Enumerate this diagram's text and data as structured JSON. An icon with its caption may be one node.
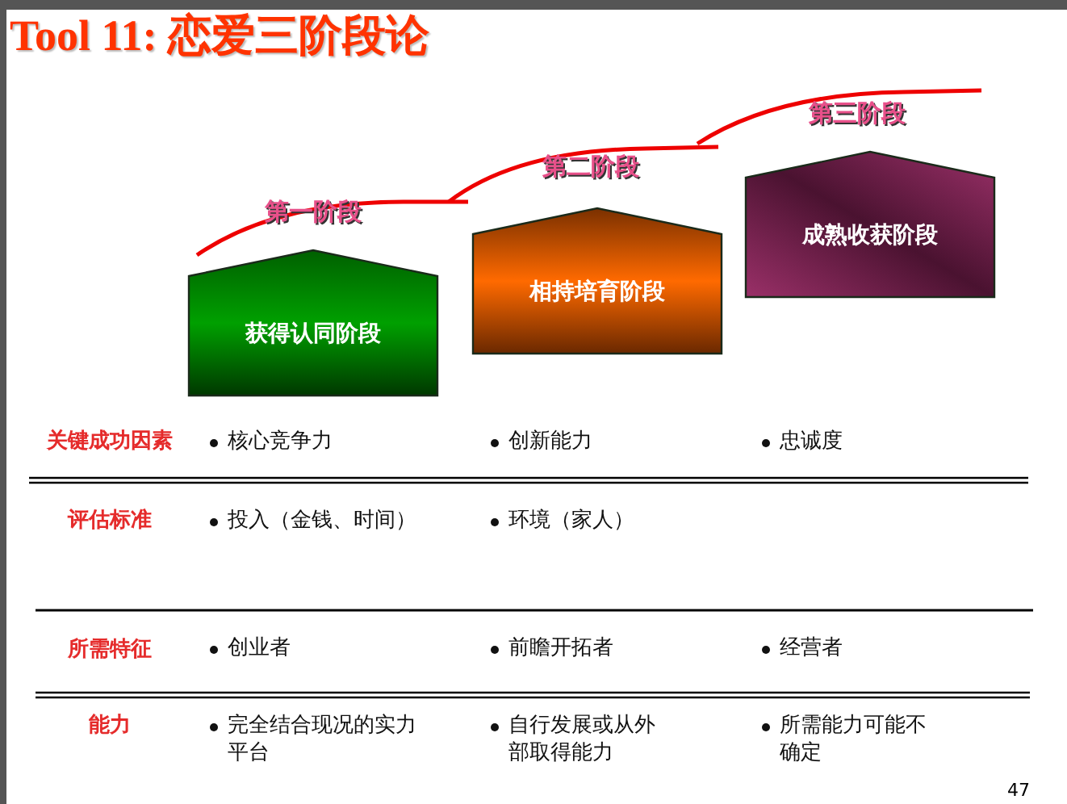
{
  "diagram": {
    "title": "Tool 11: 恋爱三阶段论",
    "nodes": [
      {
        "text": [
          "获得认同阶段"
        ],
        "beside": [
          "第一阶段"
        ]
      },
      {
        "text": [
          "相持培育阶段"
        ],
        "beside": [
          "第二阶段"
        ]
      },
      {
        "text": [
          "成熟收获阶段"
        ],
        "beside": [
          "第三阶段"
        ]
      }
    ],
    "edges": [],
    "labels": [
      "关键成功因素",
      "核心竞争力",
      "创新能力",
      "忠诚度",
      "评估标准",
      "投入（金钱、时间）",
      "环境（家人）",
      "所需特征",
      "创业者",
      "前瞻开拓者",
      "经营者",
      "能力",
      "完全结合现况的实力平台",
      "自行发展或从外部取得能力",
      "所需能力可能不确定",
      "47"
    ]
  }
}
